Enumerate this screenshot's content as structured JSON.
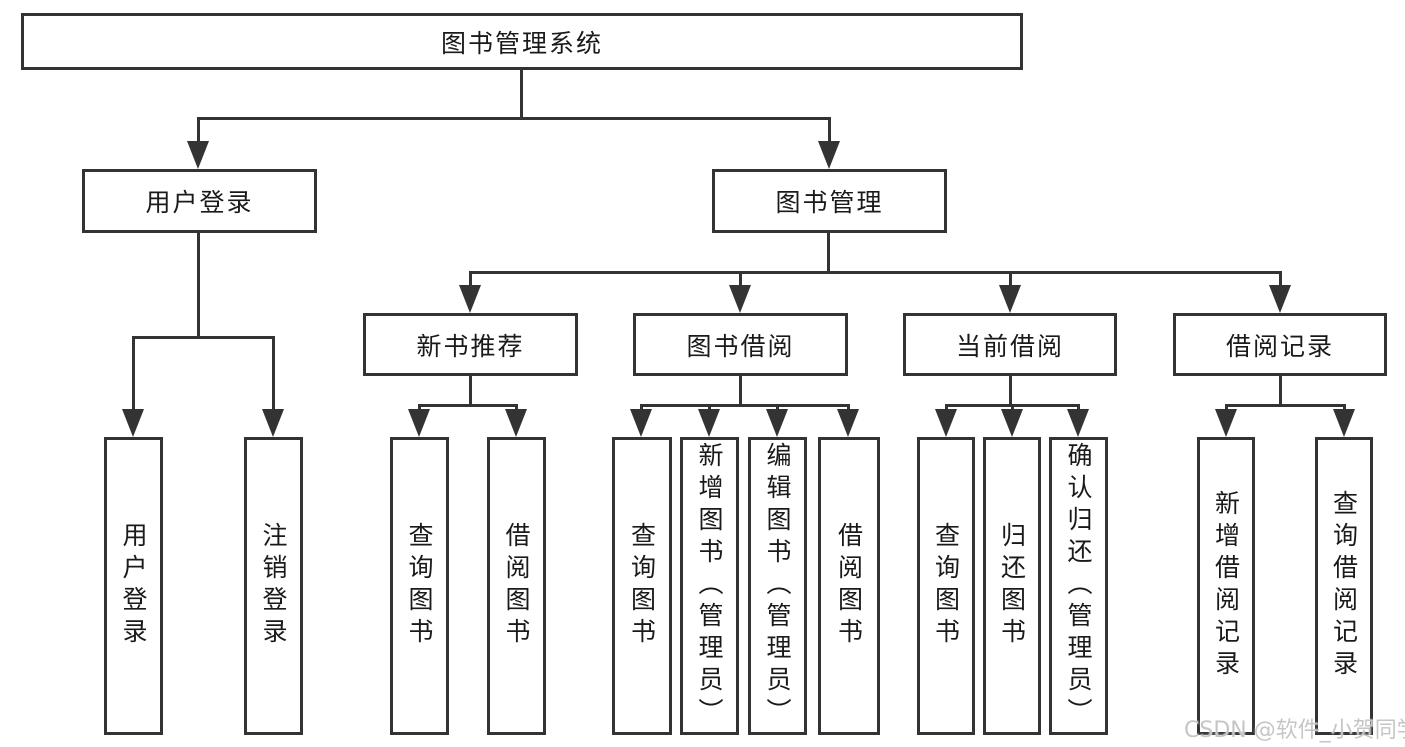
{
  "diagram": {
    "type": "hierarchy-tree",
    "title": "图书管理系统",
    "nodes": {
      "root": {
        "label": "图书管理系统"
      },
      "user_login": {
        "label": "用户登录"
      },
      "book_mgmt": {
        "label": "图书管理"
      },
      "new_book_rec": {
        "label": "新书推荐"
      },
      "book_borrow": {
        "label": "图书借阅"
      },
      "current_borrow": {
        "label": "当前借阅"
      },
      "borrow_records": {
        "label": "借阅记录"
      },
      "leaf_user_login": {
        "label": "用户登录"
      },
      "leaf_logout": {
        "label": "注销登录"
      },
      "leaf_query_book_1": {
        "label": "查询图书"
      },
      "leaf_borrow_book_1": {
        "label": "借阅图书"
      },
      "leaf_query_book_2": {
        "label": "查询图书"
      },
      "leaf_add_book": {
        "label": "新增图书（管理员）"
      },
      "leaf_edit_book": {
        "label": "编辑图书（管理员）"
      },
      "leaf_borrow_book_2": {
        "label": "借阅图书"
      },
      "leaf_query_book_3": {
        "label": "查询图书"
      },
      "leaf_return_book": {
        "label": "归还图书"
      },
      "leaf_confirm_return": {
        "label": "确认归还（管理员）"
      },
      "leaf_add_record": {
        "label": "新增借阅记录"
      },
      "leaf_query_record": {
        "label": "查询借阅记录"
      }
    },
    "edges": [
      [
        "root",
        "user_login"
      ],
      [
        "root",
        "book_mgmt"
      ],
      [
        "user_login",
        "leaf_user_login"
      ],
      [
        "user_login",
        "leaf_logout"
      ],
      [
        "book_mgmt",
        "new_book_rec"
      ],
      [
        "book_mgmt",
        "book_borrow"
      ],
      [
        "book_mgmt",
        "current_borrow"
      ],
      [
        "book_mgmt",
        "borrow_records"
      ],
      [
        "new_book_rec",
        "leaf_query_book_1"
      ],
      [
        "new_book_rec",
        "leaf_borrow_book_1"
      ],
      [
        "book_borrow",
        "leaf_query_book_2"
      ],
      [
        "book_borrow",
        "leaf_add_book"
      ],
      [
        "book_borrow",
        "leaf_edit_book"
      ],
      [
        "book_borrow",
        "leaf_borrow_book_2"
      ],
      [
        "current_borrow",
        "leaf_query_book_3"
      ],
      [
        "current_borrow",
        "leaf_return_book"
      ],
      [
        "current_borrow",
        "leaf_confirm_return"
      ],
      [
        "borrow_records",
        "leaf_add_record"
      ],
      [
        "borrow_records",
        "leaf_query_record"
      ]
    ],
    "colors": {
      "background": "#ffffff",
      "line": "#333333",
      "box_border": "#333333",
      "box_fill": "#ffffff",
      "text": "#1a1a1a",
      "watermark": "#c6c6c6"
    }
  },
  "watermark": {
    "text": "CSDN @软件_小贺同学"
  }
}
